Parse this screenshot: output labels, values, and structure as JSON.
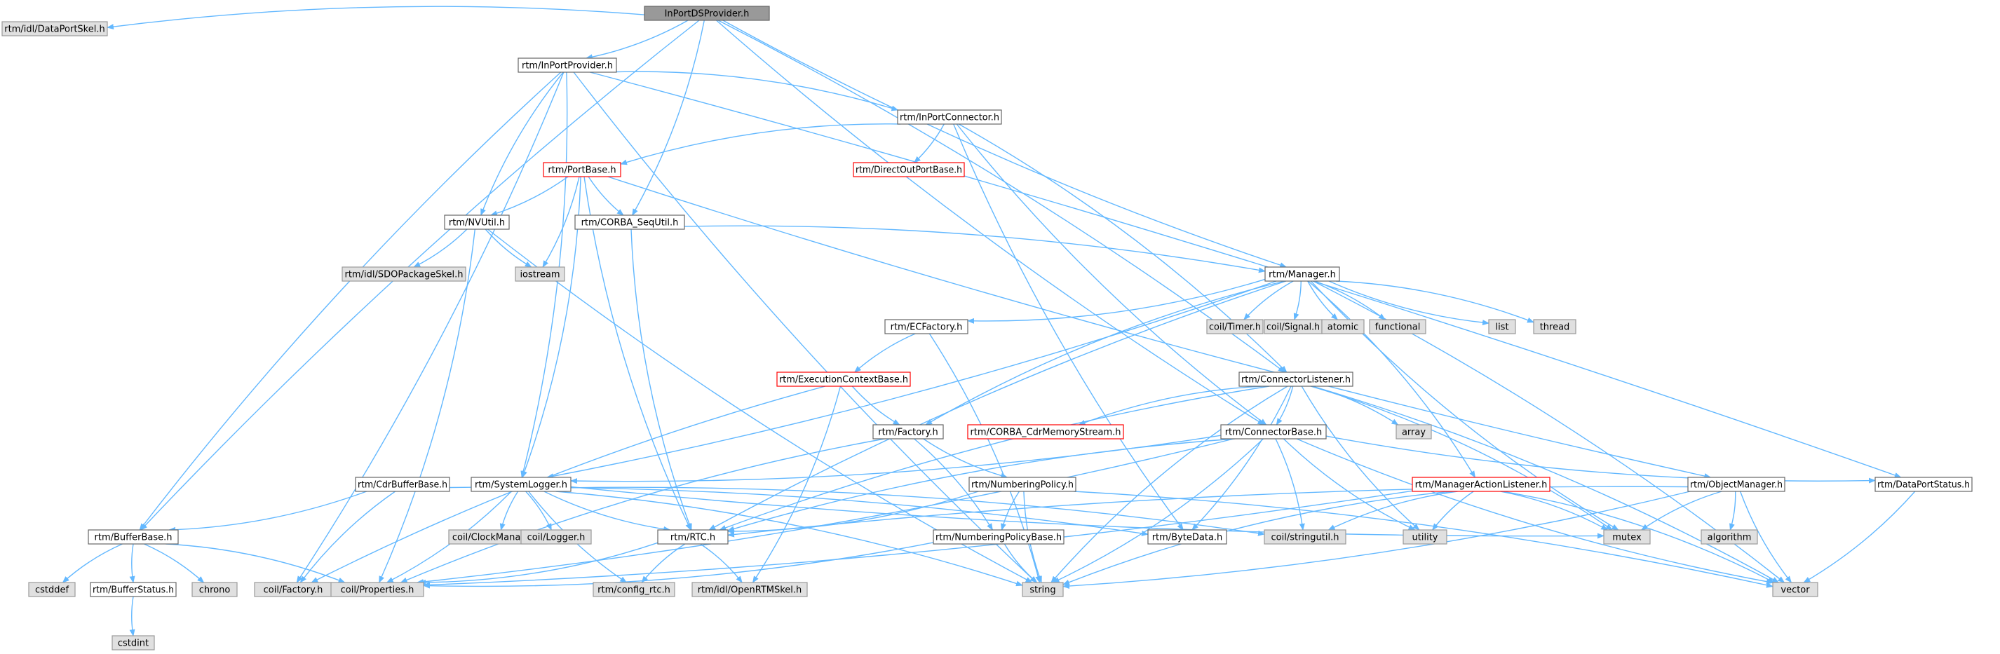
{
  "colors": {
    "edge": "#63B8FF",
    "normal_fill": "#ffffff",
    "normal_stroke": "#666666",
    "system_fill": "#e0e0e0",
    "system_stroke": "#999999",
    "root_fill": "#999999",
    "root_stroke": "#666666",
    "truncated_stroke": "#ff0000",
    "text": "#000000"
  },
  "nodes": [
    {
      "id": "root",
      "label": "InPortDSProvider.h",
      "style": "root"
    },
    {
      "id": "dpskel",
      "label": "rtm/idl/DataPortSkel.h",
      "style": "system"
    },
    {
      "id": "inportprov",
      "label": "rtm/InPortProvider.h",
      "style": "normal"
    },
    {
      "id": "inportconn",
      "label": "rtm/InPortConnector.h",
      "style": "normal"
    },
    {
      "id": "portbase",
      "label": "rtm/PortBase.h",
      "style": "truncated"
    },
    {
      "id": "directout",
      "label": "rtm/DirectOutPortBase.h",
      "style": "truncated"
    },
    {
      "id": "nvutil",
      "label": "rtm/NVUtil.h",
      "style": "normal"
    },
    {
      "id": "corbaseq",
      "label": "rtm/CORBA_SeqUtil.h",
      "style": "normal"
    },
    {
      "id": "sdoskel",
      "label": "rtm/idl/SDOPackageSkel.h",
      "style": "system"
    },
    {
      "id": "iostream",
      "label": "iostream",
      "style": "system"
    },
    {
      "id": "manager",
      "label": "rtm/Manager.h",
      "style": "normal"
    },
    {
      "id": "ecfactory",
      "label": "rtm/ECFactory.h",
      "style": "normal"
    },
    {
      "id": "coiltimer",
      "label": "coil/Timer.h",
      "style": "system"
    },
    {
      "id": "coilsignal",
      "label": "coil/Signal.h",
      "style": "system"
    },
    {
      "id": "atomic",
      "label": "atomic",
      "style": "system"
    },
    {
      "id": "functional",
      "label": "functional",
      "style": "system"
    },
    {
      "id": "list",
      "label": "list",
      "style": "system"
    },
    {
      "id": "thread",
      "label": "thread",
      "style": "system"
    },
    {
      "id": "ecbase",
      "label": "rtm/ExecutionContextBase.h",
      "style": "truncated"
    },
    {
      "id": "connlistener",
      "label": "rtm/ConnectorListener.h",
      "style": "normal"
    },
    {
      "id": "array",
      "label": "array",
      "style": "system"
    },
    {
      "id": "cdrmem",
      "label": "rtm/CORBA_CdrMemoryStream.h",
      "style": "truncated"
    },
    {
      "id": "factory",
      "label": "rtm/Factory.h",
      "style": "normal"
    },
    {
      "id": "connbase",
      "label": "rtm/ConnectorBase.h",
      "style": "normal"
    },
    {
      "id": "cdrbuf",
      "label": "rtm/CdrBufferBase.h",
      "style": "normal"
    },
    {
      "id": "syslogger",
      "label": "rtm/SystemLogger.h",
      "style": "normal"
    },
    {
      "id": "numpolicy",
      "label": "rtm/NumberingPolicy.h",
      "style": "normal"
    },
    {
      "id": "malistener",
      "label": "rtm/ManagerActionListener.h",
      "style": "truncated"
    },
    {
      "id": "objmgr",
      "label": "rtm/ObjectManager.h",
      "style": "normal"
    },
    {
      "id": "dpstatus",
      "label": "rtm/DataPortStatus.h",
      "style": "normal"
    },
    {
      "id": "bufbase",
      "label": "rtm/BufferBase.h",
      "style": "normal"
    },
    {
      "id": "clockmgr",
      "label": "coil/ClockManager.h",
      "style": "system"
    },
    {
      "id": "coillogger",
      "label": "coil/Logger.h",
      "style": "system"
    },
    {
      "id": "rtc",
      "label": "rtm/RTC.h",
      "style": "normal"
    },
    {
      "id": "numpolicybase",
      "label": "rtm/NumberingPolicyBase.h",
      "style": "normal"
    },
    {
      "id": "bytedata",
      "label": "rtm/ByteData.h",
      "style": "normal"
    },
    {
      "id": "stringutil",
      "label": "coil/stringutil.h",
      "style": "system"
    },
    {
      "id": "utility",
      "label": "utility",
      "style": "system"
    },
    {
      "id": "mutex",
      "label": "mutex",
      "style": "system"
    },
    {
      "id": "algorithm",
      "label": "algorithm",
      "style": "system"
    },
    {
      "id": "cstddef",
      "label": "cstddef",
      "style": "system"
    },
    {
      "id": "chrono",
      "label": "chrono",
      "style": "system"
    },
    {
      "id": "bufstatus",
      "label": "rtm/BufferStatus.h",
      "style": "normal"
    },
    {
      "id": "coilfactory",
      "label": "coil/Factory.h",
      "style": "system"
    },
    {
      "id": "coilprops",
      "label": "coil/Properties.h",
      "style": "system"
    },
    {
      "id": "configrtc",
      "label": "rtm/config_rtc.h",
      "style": "system"
    },
    {
      "id": "openrtmskel",
      "label": "rtm/idl/OpenRTMSkel.h",
      "style": "system"
    },
    {
      "id": "string",
      "label": "string",
      "style": "system"
    },
    {
      "id": "vector",
      "label": "vector",
      "style": "system"
    },
    {
      "id": "cstdint",
      "label": "cstdint",
      "style": "system"
    }
  ],
  "edges": [
    [
      "root",
      "dpskel"
    ],
    [
      "root",
      "inportprov"
    ],
    [
      "root",
      "bufbase"
    ],
    [
      "root",
      "corbaseq"
    ],
    [
      "root",
      "connbase"
    ],
    [
      "root",
      "connlistener"
    ],
    [
      "root",
      "manager"
    ],
    [
      "inportprov",
      "inportconn"
    ],
    [
      "inportprov",
      "nvutil"
    ],
    [
      "inportprov",
      "syslogger"
    ],
    [
      "inportprov",
      "bufbase"
    ],
    [
      "inportprov",
      "coilfactory"
    ],
    [
      "inportprov",
      "string"
    ],
    [
      "inportprov",
      "dpstatus"
    ],
    [
      "inportconn",
      "portbase"
    ],
    [
      "inportconn",
      "directout"
    ],
    [
      "inportconn",
      "connbase"
    ],
    [
      "inportconn",
      "connlistener"
    ],
    [
      "inportconn",
      "bytedata"
    ],
    [
      "portbase",
      "nvutil"
    ],
    [
      "portbase",
      "corbaseq"
    ],
    [
      "portbase",
      "iostream"
    ],
    [
      "portbase",
      "rtc"
    ],
    [
      "portbase",
      "syslogger"
    ],
    [
      "portbase",
      "objmgr"
    ],
    [
      "nvutil",
      "sdoskel"
    ],
    [
      "nvutil",
      "iostream"
    ],
    [
      "nvutil",
      "coilprops"
    ],
    [
      "nvutil",
      "string"
    ],
    [
      "corbaseq",
      "manager"
    ],
    [
      "corbaseq",
      "rtc"
    ],
    [
      "manager",
      "ecfactory"
    ],
    [
      "manager",
      "coiltimer"
    ],
    [
      "manager",
      "coilsignal"
    ],
    [
      "manager",
      "atomic"
    ],
    [
      "manager",
      "functional"
    ],
    [
      "manager",
      "list"
    ],
    [
      "manager",
      "thread"
    ],
    [
      "manager",
      "factory"
    ],
    [
      "manager",
      "syslogger"
    ],
    [
      "manager",
      "rtc"
    ],
    [
      "manager",
      "malistener"
    ],
    [
      "manager",
      "mutex"
    ],
    [
      "manager",
      "vector"
    ],
    [
      "ecfactory",
      "ecbase"
    ],
    [
      "ecfactory",
      "string"
    ],
    [
      "ecbase",
      "factory"
    ],
    [
      "ecbase",
      "openrtmskel"
    ],
    [
      "ecbase",
      "coilfactory"
    ],
    [
      "connlistener",
      "array"
    ],
    [
      "connlistener",
      "cdrmem"
    ],
    [
      "connlistener",
      "connbase"
    ],
    [
      "connlistener",
      "rtc"
    ],
    [
      "connlistener",
      "bytedata"
    ],
    [
      "connlistener",
      "utility"
    ],
    [
      "connlistener",
      "mutex"
    ],
    [
      "connlistener",
      "string"
    ],
    [
      "connlistener",
      "vector"
    ],
    [
      "factory",
      "numpolicy"
    ],
    [
      "factory",
      "numpolicybase"
    ],
    [
      "factory",
      "coilprops"
    ],
    [
      "connbase",
      "syslogger"
    ],
    [
      "connbase",
      "rtc"
    ],
    [
      "connbase",
      "stringutil"
    ],
    [
      "connbase",
      "utility"
    ],
    [
      "connbase",
      "string"
    ],
    [
      "connbase",
      "dpstatus"
    ],
    [
      "connbase",
      "coilprops"
    ],
    [
      "connbase",
      "vector"
    ],
    [
      "cdrbuf",
      "bufbase"
    ],
    [
      "cdrbuf",
      "coilfactory"
    ],
    [
      "cdrbuf",
      "bytedata"
    ],
    [
      "syslogger",
      "clockmgr"
    ],
    [
      "syslogger",
      "coillogger"
    ],
    [
      "syslogger",
      "rtc"
    ],
    [
      "syslogger",
      "stringutil"
    ],
    [
      "syslogger",
      "mutex"
    ],
    [
      "syslogger",
      "coilprops"
    ],
    [
      "syslogger",
      "configrtc"
    ],
    [
      "syslogger",
      "string"
    ],
    [
      "numpolicy",
      "numpolicybase"
    ],
    [
      "numpolicy",
      "rtc"
    ],
    [
      "numpolicy",
      "string"
    ],
    [
      "numpolicy",
      "vector"
    ],
    [
      "malistener",
      "utility"
    ],
    [
      "malistener",
      "mutex"
    ],
    [
      "malistener",
      "stringutil"
    ],
    [
      "malistener",
      "coilprops"
    ],
    [
      "malistener",
      "string"
    ],
    [
      "malistener",
      "vector"
    ],
    [
      "objmgr",
      "mutex"
    ],
    [
      "objmgr",
      "algorithm"
    ],
    [
      "objmgr",
      "vector"
    ],
    [
      "objmgr",
      "string"
    ],
    [
      "objmgr",
      "rtc"
    ],
    [
      "dpstatus",
      "vector"
    ],
    [
      "bufbase",
      "cstddef"
    ],
    [
      "bufbase",
      "chrono"
    ],
    [
      "bufbase",
      "bufstatus"
    ],
    [
      "bufbase",
      "coilprops"
    ],
    [
      "bufstatus",
      "cstdint"
    ],
    [
      "rtc",
      "coilprops"
    ],
    [
      "rtc",
      "configrtc"
    ],
    [
      "rtc",
      "openrtmskel"
    ],
    [
      "numpolicybase",
      "string"
    ],
    [
      "numpolicybase",
      "coilprops"
    ]
  ]
}
